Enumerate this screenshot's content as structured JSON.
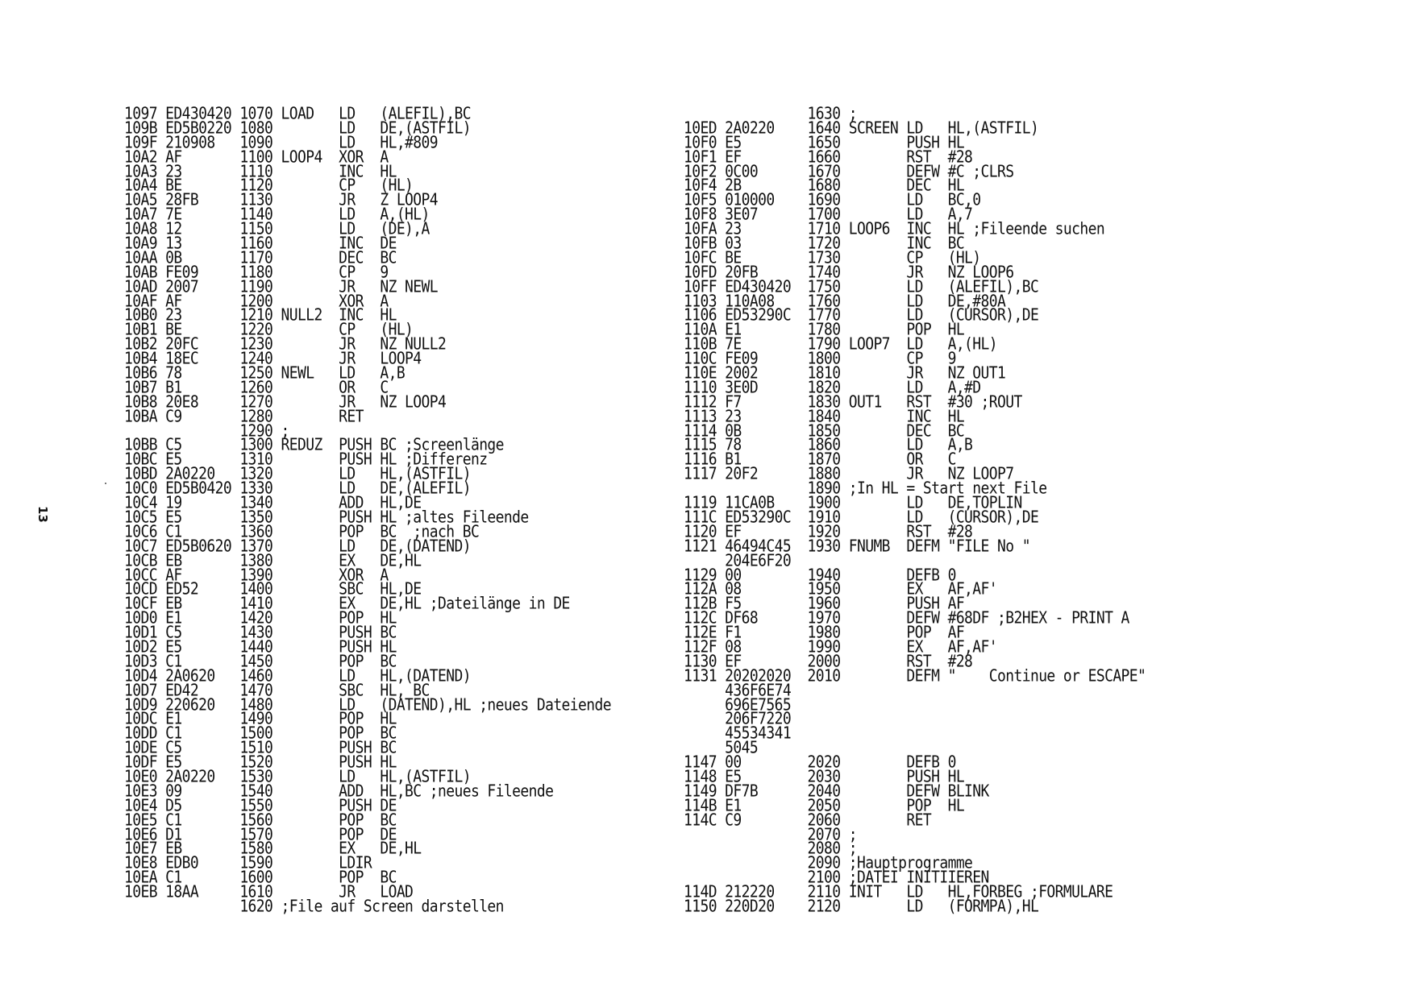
{
  "page_number": "13",
  "left_listing": [
    "1097 ED430420 1070 LOAD   LD   (ALEFIL),BC",
    "109B ED5B0220 1080        LD   DE,(ASTFIL)",
    "109F 210908   1090        LD   HL,#809",
    "10A2 AF       1100 LOOP4  XOR  A",
    "10A3 23       1110        INC  HL",
    "10A4 BE       1120        CP   (HL)",
    "10A5 28FB     1130        JR   Z LOOP4",
    "10A7 7E       1140        LD   A,(HL)",
    "10A8 12       1150        LD   (DE),A",
    "10A9 13       1160        INC  DE",
    "10AA 0B       1170        DEC  BC",
    "10AB FE09     1180        CP   9",
    "10AD 2007     1190        JR   NZ NEWL",
    "10AF AF       1200        XOR  A",
    "10B0 23       1210 NULL2  INC  HL",
    "10B1 BE       1220        CP   (HL)",
    "10B2 20FC     1230        JR   NZ NULL2",
    "10B4 18EC     1240        JR   LOOP4",
    "10B6 78       1250 NEWL   LD   A,B",
    "10B7 B1       1260        OR   C",
    "10B8 20E8     1270        JR   NZ LOOP4",
    "10BA C9       1280        RET",
    "              1290 ;",
    "10BB C5       1300 REDUZ  PUSH BC ;Screenlänge",
    "10BC E5       1310        PUSH HL ;Differenz",
    "10BD 2A0220   1320        LD   HL,(ASTFIL)",
    "10C0 ED5B0420 1330        LD   DE,(ALEFIL)",
    "10C4 19       1340        ADD  HL,DE",
    "10C5 E5       1350        PUSH HL ;altes Fileende",
    "10C6 C1       1360        POP  BC  ;nach BC",
    "10C7 ED5B0620 1370        LD   DE,(DATEND)",
    "10CB EB       1380        EX   DE,HL",
    "10CC AF       1390        XOR  A",
    "10CD ED52     1400        SBC  HL,DE",
    "10CF EB       1410        EX   DE,HL ;Dateilänge in DE",
    "10D0 E1       1420        POP  HL",
    "10D1 C5       1430        PUSH BC",
    "10D2 E5       1440        PUSH HL",
    "10D3 C1       1450        POP  BC",
    "10D4 2A0620   1460        LD   HL,(DATEND)",
    "10D7 ED42     1470        SBC  HL, BC",
    "10D9 220620   1480        LD   (DATEND),HL ;neues Dateiende",
    "10DC E1       1490        POP  HL",
    "10DD C1       1500        POP  BC",
    "10DE C5       1510        PUSH BC",
    "10DF E5       1520        PUSH HL",
    "10E0 2A0220   1530        LD   HL,(ASTFIL)",
    "10E3 09       1540        ADD  HL,BC ;neues Fileende",
    "10E4 D5       1550        PUSH DE",
    "10E5 C1       1560        POP  BC",
    "10E6 D1       1570        POP  DE",
    "10E7 EB       1580        EX   DE,HL",
    "10E8 EDB0     1590        LDIR",
    "10EA C1       1600        POP  BC",
    "10EB 18AA     1610        JR   LOAD",
    "              1620 ;File auf Screen darstellen"
  ],
  "right_listing": [
    "               1630 ;",
    "10ED 2A0220    1640 SCREEN LD   HL,(ASTFIL)",
    "10F0 E5        1650        PUSH HL",
    "10F1 EF        1660        RST  #28",
    "10F2 0C00      1670        DEFW #C ;CLRS",
    "10F4 2B        1680        DEC  HL",
    "10F5 010000    1690        LD   BC,0",
    "10F8 3E07      1700        LD   A,7",
    "10FA 23        1710 LOOP6  INC  HL ;Fileende suchen",
    "10FB 03        1720        INC  BC",
    "10FC BE        1730        CP   (HL)",
    "10FD 20FB      1740        JR   NZ LOOP6",
    "10FF ED430420  1750        LD   (ALEFIL),BC",
    "1103 110A08    1760        LD   DE,#80A",
    "1106 ED53290C  1770        LD   (CURSOR),DE",
    "110A E1        1780        POP  HL",
    "110B 7E        1790 LOOP7  LD   A,(HL)",
    "110C FE09      1800        CP   9",
    "110E 2002      1810        JR   NZ OUT1",
    "1110 3E0D      1820        LD   A,#D",
    "1112 F7        1830 OUT1   RST  #30 ;ROUT",
    "1113 23        1840        INC  HL",
    "1114 0B        1850        DEC  BC",
    "1115 78        1860        LD   A,B",
    "1116 B1        1870        OR   C",
    "1117 20F2      1880        JR   NZ LOOP7",
    "               1890 ;In HL = Start next File",
    "1119 11CA0B    1900        LD   DE,TOPLIN",
    "111C ED53290C  1910        LD   (CURSOR),DE",
    "1120 EF        1920        RST  #28",
    "1121 46494C45  1930 FNUMB  DEFM \"FILE No \"",
    "     204E6F20",
    "1129 00        1940        DEFB 0",
    "112A 08        1950        EX   AF,AF'",
    "112B F5        1960        PUSH AF",
    "112C DF68      1970        DEFW #68DF ;B2HEX - PRINT A",
    "112E F1        1980        POP  AF",
    "112F 08        1990        EX   AF,AF'",
    "1130 EF        2000        RST  #28",
    "1131 20202020  2010        DEFM \"    Continue or ESCAPE\"",
    "     436F6E74",
    "     696E7565",
    "     206F7220",
    "     45534341",
    "     5045",
    "1147 00        2020        DEFB 0",
    "1148 E5        2030        PUSH HL",
    "1149 DF7B      2040        DEFW BLINK",
    "114B E1        2050        POP  HL",
    "114C C9        2060        RET",
    "               2070 ;",
    "               2080 ;",
    "               2090 ;Hauptprogramme",
    "               2100 ;DATEI INITIIEREN",
    "114D 212220    2110 INIT   LD   HL,FORBEG ;FORMULARE",
    "1150 220D20    2120        LD   (FORMPA),HL"
  ]
}
